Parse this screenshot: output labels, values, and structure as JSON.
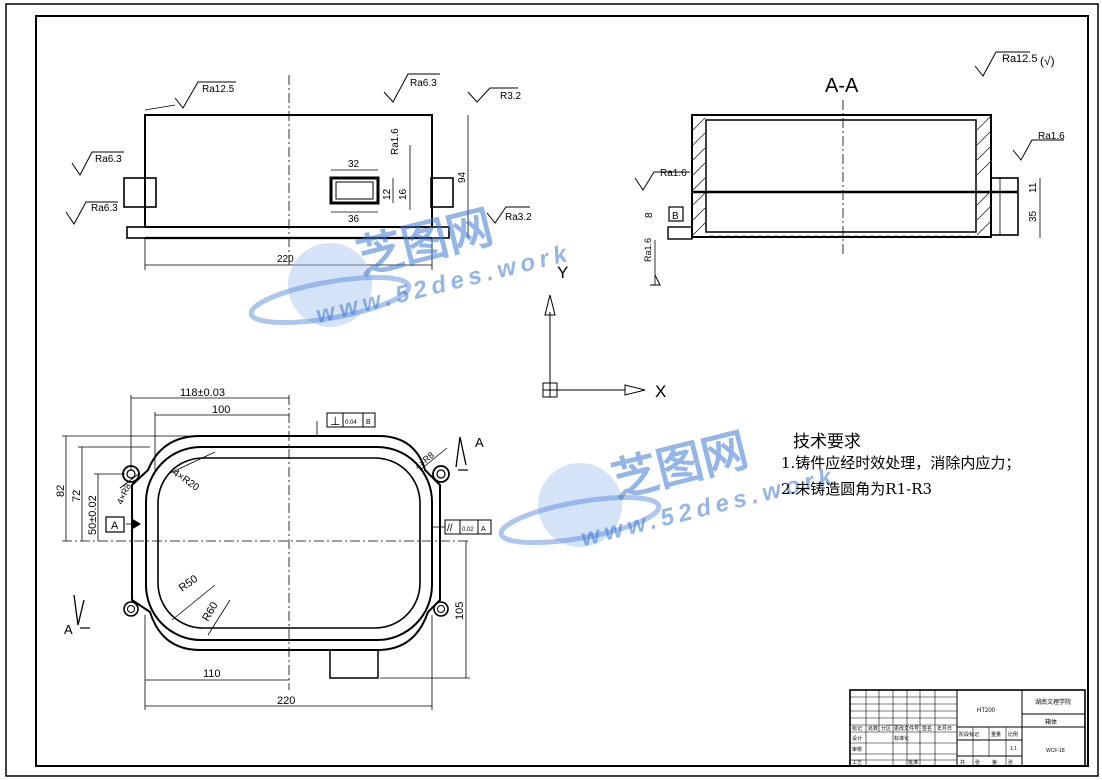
{
  "drawing": {
    "section_label": "A-A",
    "global_roughness": "Ra12.5",
    "global_roughness_note": "(√)",
    "axis_x": "X",
    "axis_y": "Y",
    "view_arrow_label": "A",
    "front_view": {
      "roughness": [
        "Ra12.5",
        "Ra6.3",
        "R3.2",
        "Ra6.3",
        "Ra6.3",
        "Ra1.6",
        "Ra3.2"
      ],
      "dims": [
        "32",
        "36",
        "12",
        "16",
        "94",
        "220"
      ]
    },
    "section_view": {
      "roughness": [
        "Ra1.6",
        "Ra1.6",
        "Ra1.6"
      ],
      "datum": "B",
      "dims": [
        "11",
        "35",
        "8"
      ]
    },
    "top_view": {
      "dims": [
        "118±0.03",
        "100",
        "82",
        "72",
        "50±0.02",
        "4×R20",
        "4×R8",
        "4×R8",
        "R50",
        "R60",
        "105",
        "110",
        "220"
      ],
      "datum": "A",
      "tolerance_perp": [
        "⊥",
        "0.04",
        "B"
      ],
      "tolerance_par": [
        "//",
        "0.02",
        "A"
      ]
    }
  },
  "requirements": {
    "title": "技术要求",
    "item1": "1.铸件应经时效处理，消除内应力；",
    "item2": "2.未铸造圆角为R1-R3"
  },
  "watermark": {
    "brand_cn": "芝图网",
    "url": "www.52des.work"
  },
  "title_block": {
    "product_code": "HT200",
    "school": "湖南文理学院",
    "part_name": "箱体",
    "drawing_no": "WCF-18",
    "left_headers": [
      "标记",
      "处数",
      "分区",
      "更改文件号",
      "签名",
      "年月日"
    ],
    "row_labels": [
      "设计",
      "标准化",
      "审核",
      "工艺",
      "批准"
    ],
    "stage_headers": [
      "阶段标记",
      "重量",
      "比例"
    ],
    "scale": "1:1",
    "sheet": [
      "共",
      "张",
      "第",
      "张"
    ]
  }
}
